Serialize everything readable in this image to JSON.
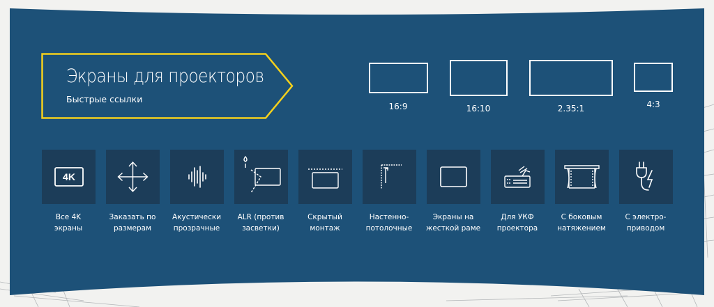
{
  "colors": {
    "banner": "#1d5178",
    "tile": "#1c3d59",
    "accent": "#f4d01c",
    "text": "#ffffff",
    "background": "#f2f2f0"
  },
  "header": {
    "title": "Экраны для проекторов",
    "subtitle": "Быстрые ссылки"
  },
  "aspect_ratios": [
    {
      "label": "16:9"
    },
    {
      "label": "16:10"
    },
    {
      "label": "2.35:1"
    },
    {
      "label": "4:3"
    }
  ],
  "categories": [
    {
      "line1": "Все 4K",
      "line2": "экраны",
      "icon": "4k-icon",
      "icon_text": "4K"
    },
    {
      "line1": "Заказать по",
      "line2": "размерам",
      "icon": "resize-arrows-icon"
    },
    {
      "line1": "Акустически",
      "line2": "прозрачные",
      "icon": "sound-wave-icon"
    },
    {
      "line1": "ALR (против",
      "line2": "засветки)",
      "icon": "alr-light-icon"
    },
    {
      "line1": "Скрытый",
      "line2": "монтаж",
      "icon": "hidden-mount-icon"
    },
    {
      "line1": "Настенно-",
      "line2": "потолочные",
      "icon": "wall-ceiling-icon"
    },
    {
      "line1": "Экраны на",
      "line2": "жесткой раме",
      "icon": "fixed-frame-icon"
    },
    {
      "line1": "Для УКФ",
      "line2": "проектора",
      "icon": "ust-projector-icon"
    },
    {
      "line1": "С боковым",
      "line2": "натяжением",
      "icon": "side-tension-icon"
    },
    {
      "line1": "С электро-",
      "line2": "приводом",
      "icon": "electric-plug-icon"
    }
  ]
}
